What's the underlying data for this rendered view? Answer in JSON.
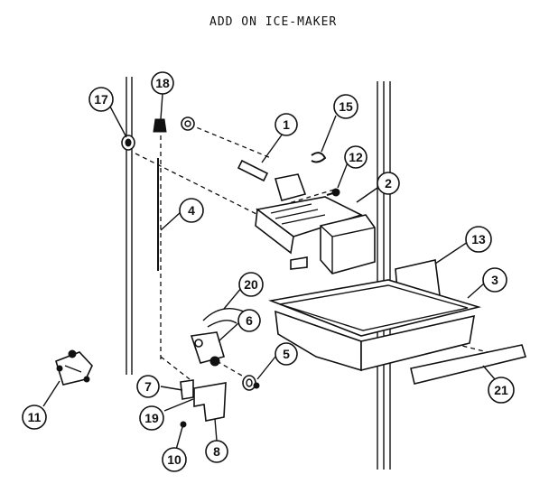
{
  "diagram": {
    "title": "ADD ON ICE-MAKER",
    "callouts": [
      "17",
      "18",
      "1",
      "15",
      "12",
      "2",
      "4",
      "13",
      "3",
      "20",
      "6",
      "5",
      "7",
      "19",
      "10",
      "8",
      "21",
      "11"
    ]
  }
}
